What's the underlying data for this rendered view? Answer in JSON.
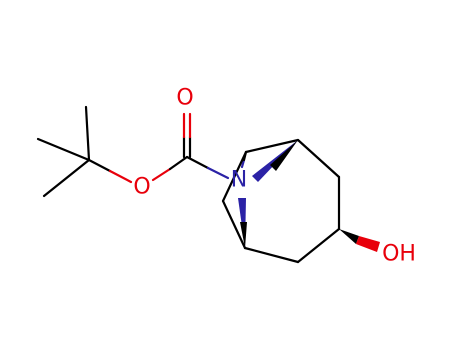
{
  "molecule": {
    "atoms": [
      {
        "label": "O",
        "role": "carbonyl-oxygen",
        "color": "#e8000b"
      },
      {
        "label": "O",
        "role": "ester-oxygen",
        "color": "#e8000b"
      },
      {
        "label": "N",
        "role": "bridge-nitrogen",
        "color": "#2b22a6"
      },
      {
        "label": "OH",
        "role": "hydroxyl",
        "color": "#e8000b"
      }
    ],
    "colors": {
      "carbon_bond": "#000000",
      "oxygen": "#e8000b",
      "nitrogen": "#2b22a6",
      "background": "#ffffff"
    }
  }
}
